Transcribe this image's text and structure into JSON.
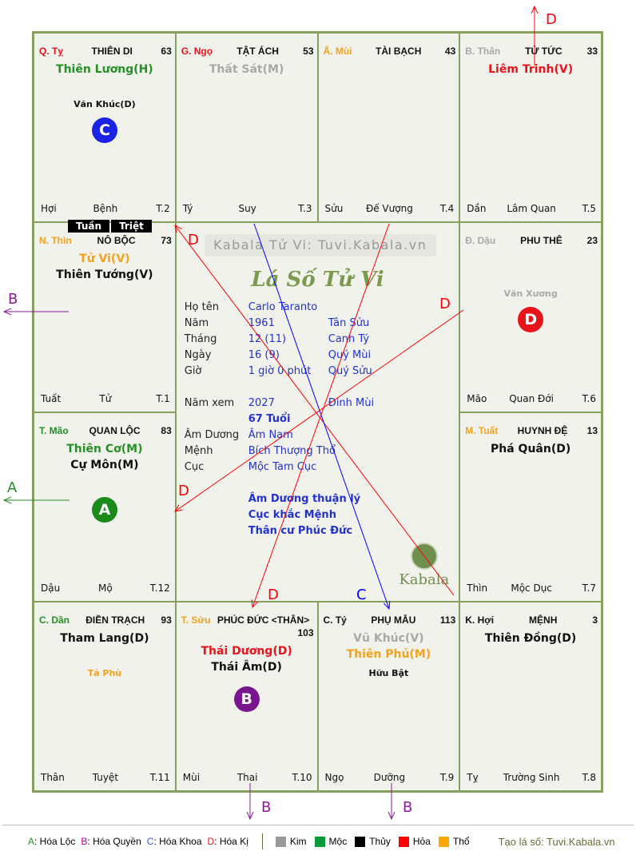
{
  "colors": {
    "red": "#e8141a",
    "green": "#249125",
    "gray": "#a8a8a8",
    "orange": "#f5a21b",
    "black": "#111111",
    "blue": "#1a22e6",
    "purple": "#7a1590"
  },
  "cells": [
    {
      "can_chi": "Q. Tỵ",
      "cc_color": "#e8141a",
      "palace": "THIÊN DI",
      "age": "63",
      "stars": [
        {
          "t": "Thiên Lương(H)",
          "c": "#249125"
        }
      ],
      "minor": {
        "t": "Văn Khúc(D)",
        "c": "#111111"
      },
      "badge": {
        "l": "C",
        "c": "#1a22e6"
      },
      "bottom": [
        "Hợi",
        "Bệnh",
        "T.2"
      ]
    },
    {
      "can_chi": "G. Ngọ",
      "cc_color": "#e8141a",
      "palace": "TẬT ÁCH",
      "age": "53",
      "stars": [
        {
          "t": "Thất Sát(M)",
          "c": "#a8a8a8"
        }
      ],
      "bottom": [
        "Tý",
        "Suy",
        "T.3"
      ]
    },
    {
      "can_chi": "Ấ. Mùi",
      "cc_color": "#f5a21b",
      "palace": "TÀI BẠCH",
      "age": "43",
      "stars": [],
      "bottom": [
        "Sửu",
        "Đế Vượng",
        "T.4"
      ]
    },
    {
      "can_chi": "B. Thân",
      "cc_color": "#a8a8a8",
      "palace": "TỬ TỨC",
      "age": "33",
      "stars": [
        {
          "t": "Liêm Trinh(V)",
          "c": "#e8141a"
        }
      ],
      "bottom": [
        "Dần",
        "Lâm Quan",
        "T.5"
      ]
    },
    {
      "can_chi": "N. Thìn",
      "cc_color": "#f5a21b",
      "palace": "NÔ BỘC",
      "age": "73",
      "stars": [
        {
          "t": "Tử Vi(V)",
          "c": "#f5a21b"
        },
        {
          "t": "Thiên Tướng(V)",
          "c": "#111111"
        }
      ],
      "bottom": [
        "Tuất",
        "Tử",
        "T.1"
      ]
    },
    {
      "can_chi": "Đ. Dậu",
      "cc_color": "#a8a8a8",
      "palace": "PHU THÊ",
      "age": "23",
      "stars": [],
      "minor": {
        "t": "Văn Xương",
        "c": "#a8a8a8"
      },
      "badge": {
        "l": "D",
        "c": "#e8141a"
      },
      "bottom": [
        "Mão",
        "Quan Đới",
        "T.6"
      ]
    },
    {
      "can_chi": "T. Mão",
      "cc_color": "#249125",
      "palace": "QUAN LỘC",
      "age": "83",
      "stars": [
        {
          "t": "Thiên Cơ(M)",
          "c": "#249125"
        },
        {
          "t": "Cự Môn(M)",
          "c": "#111111"
        }
      ],
      "badge": {
        "l": "A",
        "c": "#1a8a1a"
      },
      "bottom": [
        "Dậu",
        "Mộ",
        "T.12"
      ]
    },
    {
      "can_chi": "M. Tuất",
      "cc_color": "#f5a21b",
      "palace": "HUYNH ĐỆ",
      "age": "13",
      "stars": [
        {
          "t": "Phá Quân(D)",
          "c": "#111111"
        }
      ],
      "bottom": [
        "Thìn",
        "Mộc Dục",
        "T.7"
      ]
    },
    {
      "can_chi": "C. Dần",
      "cc_color": "#249125",
      "palace": "ĐIỀN TRẠCH",
      "age": "93",
      "stars": [
        {
          "t": "Tham Lang(D)",
          "c": "#111111"
        }
      ],
      "minor": {
        "t": "Tả Phù",
        "c": "#f5a21b"
      },
      "bottom": [
        "Thân",
        "Tuyệt",
        "T.11"
      ]
    },
    {
      "can_chi": "T. Sửu",
      "cc_color": "#f5a21b",
      "palace": "PHÚC ĐỨC <THÂN>",
      "age": "103",
      "stars": [
        {
          "t": "Thái Dương(D)",
          "c": "#e8141a"
        },
        {
          "t": "Thái Âm(D)",
          "c": "#111111"
        }
      ],
      "badge": {
        "l": "B",
        "c": "#7a1590"
      },
      "bottom": [
        "Mùi",
        "Thai",
        "T.10"
      ]
    },
    {
      "can_chi": "C. Tý",
      "cc_color": "#111111",
      "palace": "PHỤ MẪU",
      "age": "113",
      "stars": [
        {
          "t": "Vũ Khúc(V)",
          "c": "#a8a8a8"
        },
        {
          "t": "Thiên Phủ(M)",
          "c": "#f5a21b"
        }
      ],
      "minor": {
        "t": "Hữu Bật",
        "c": "#111111"
      },
      "bottom": [
        "Ngọ",
        "Dưỡng",
        "T.9"
      ]
    },
    {
      "can_chi": "K. Hợi",
      "cc_color": "#111111",
      "palace": "MỆNH",
      "age": "3",
      "stars": [
        {
          "t": "Thiên Đồng(D)",
          "c": "#111111"
        }
      ],
      "bottom": [
        "Tỵ",
        "Trường Sinh",
        "T.8"
      ]
    }
  ],
  "tuan_triet": [
    "Tuần",
    "Triệt"
  ],
  "center": {
    "watermark": "Kabala Tử Vi: Tuvi.Kabala.vn",
    "title": "Lá Số Tử Vi",
    "rows": [
      {
        "label": "Họ tên",
        "v1": "Carlo Taranto",
        "v2": ""
      },
      {
        "label": "Năm",
        "v1": "1961",
        "v2": "Tân Sửu"
      },
      {
        "label": "Tháng",
        "v1": "12  (11)",
        "v2": "Canh Tý"
      },
      {
        "label": "Ngày",
        "v1": "16  (9)",
        "v2": "Quý Mùi"
      },
      {
        "label": "Giờ",
        "v1": "1 giờ 0 phút",
        "v2": "Quý Sửu"
      },
      {
        "label": "",
        "v1": "",
        "v2": ""
      },
      {
        "label": "Năm xem",
        "v1": "2027",
        "v2": "Đinh Mùi"
      },
      {
        "label": "",
        "v1": "67 Tuổi",
        "v2": "",
        "bold": true
      },
      {
        "label": "Âm Dương",
        "v1": "Âm Nam",
        "v2": ""
      },
      {
        "label": "Mệnh",
        "v1": "Bích Thượng Thổ",
        "v2": ""
      },
      {
        "label": "Cục",
        "v1": "Mộc Tam Cục",
        "v2": ""
      },
      {
        "label": "",
        "v1": "",
        "v2": ""
      },
      {
        "label": "",
        "v1": "Âm Dương thuận lý",
        "v2": "",
        "bold": true
      },
      {
        "label": "",
        "v1": "Cục khắc Mệnh",
        "v2": "",
        "bold": true
      },
      {
        "label": "",
        "v1": "Thân cư Phúc Đức",
        "v2": "",
        "bold": true
      }
    ],
    "logo": "Kabala"
  },
  "arrow_labels": {
    "a": "A",
    "b": "B",
    "c": "C",
    "d": "D"
  },
  "legend": {
    "hoa": [
      {
        "k": "A",
        "t": ": Hóa Lộc",
        "c": "#249125"
      },
      {
        "k": "B",
        "t": ": Hóa Quyền",
        "c": "#b000c0"
      },
      {
        "k": "C",
        "t": ": Hóa Khoa",
        "c": "#3355ee"
      },
      {
        "k": "D",
        "t": ": Hóa Kị",
        "c": "#e8141a"
      }
    ],
    "elements": [
      {
        "t": "Kim",
        "c": "#999999"
      },
      {
        "t": "Mộc",
        "c": "#0a9a3a"
      },
      {
        "t": "Thủy",
        "c": "#000000"
      },
      {
        "t": "Hỏa",
        "c": "#ff0000"
      },
      {
        "t": "Thổ",
        "c": "#ffa500"
      }
    ],
    "credit": "Tạo lá số: Tuvi.Kabala.vn"
  }
}
